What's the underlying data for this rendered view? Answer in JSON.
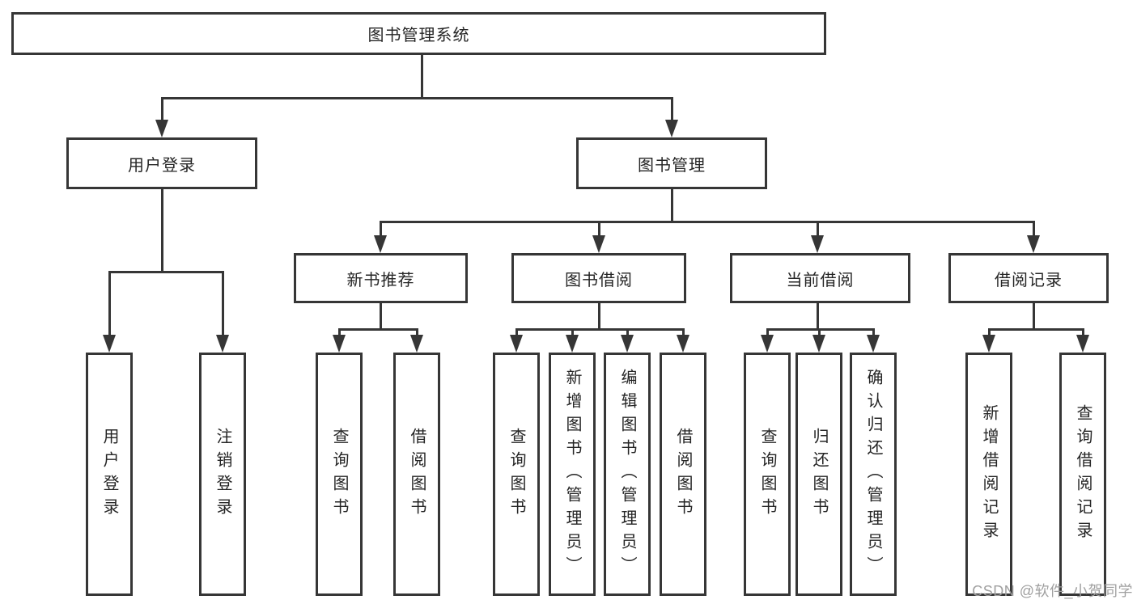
{
  "tree": {
    "root": "图书管理系统",
    "branches": [
      {
        "label": "用户登录",
        "children": [
          "用户登录",
          "注销登录"
        ]
      },
      {
        "label": "图书管理",
        "sections": [
          {
            "label": "新书推荐",
            "children": [
              "查询图书",
              "借阅图书"
            ]
          },
          {
            "label": "图书借阅",
            "children": [
              "查询图书",
              "新增图书（管理员）",
              "编辑图书（管理员）",
              "借阅图书"
            ]
          },
          {
            "label": "当前借阅",
            "children": [
              "查询图书",
              "归还图书",
              "确认归还（管理员）"
            ]
          },
          {
            "label": "借阅记录",
            "children": [
              "新增借阅记录",
              "查询借阅记录"
            ]
          }
        ]
      }
    ]
  },
  "watermark": {
    "text": "CSDN @软件_小贺同学"
  },
  "colors": {
    "line": "#363636",
    "text": "#252525",
    "watermark": "#a0a0a0",
    "background": "#ffffff"
  }
}
